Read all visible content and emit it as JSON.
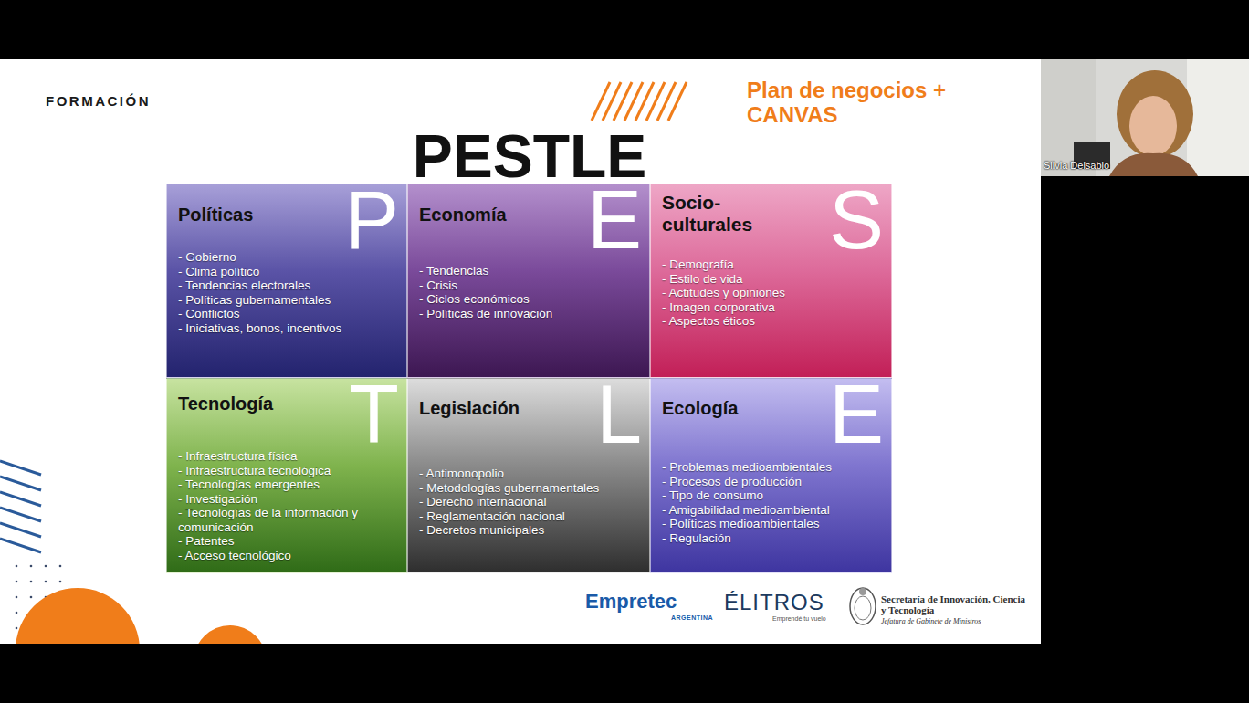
{
  "diagram": {
    "title": "PESTLE",
    "nodes": [
      {
        "text": [
          "Políticas",
          "P",
          "- Gobierno",
          "- Clima político",
          "- Tendencias electorales",
          "- Políticas gubernamentales",
          "- Conflictos",
          "- Iniciativas, bonos, incentivos"
        ]
      },
      {
        "text": [
          "Economía",
          "E",
          "- Tendencias",
          "- Crisis",
          "- Ciclos económicos",
          "- Políticas de innovación"
        ]
      },
      {
        "text": [
          "Socio- culturales",
          "S",
          "- Demografía",
          "- Estilo de vida",
          "- Actitudes y opiniones",
          "- Imagen corporativa",
          "- Aspectos éticos"
        ]
      },
      {
        "text": [
          "Tecnología",
          "T",
          "- Infraestructura física",
          "- Infraestructura tecnológica",
          "- Tecnologías emergentes",
          "- Investigación",
          "- Tecnologías de la información y comunicación",
          "- Patentes",
          "- Acceso tecnológico"
        ]
      },
      {
        "text": [
          "Legislación",
          "L",
          "- Antimonopolio",
          "- Metodologías gubernamentales",
          "- Derecho internacional",
          "- Reglamentación nacional",
          "- Decretos municipales"
        ]
      },
      {
        "text": [
          "Ecología",
          "E",
          "- Problemas medioambientales",
          "- Procesos de producción",
          "- Tipo de consumo",
          "- Amigabilidad medioambiental",
          "- Políticas medioambientales",
          "- Regulación"
        ]
      }
    ],
    "labels": [
      "FORMACIÓN",
      "Plan de negocios + CANVAS",
      "Silvia Delsabio",
      "Empretec",
      "ARGENTINA",
      "ÉLITROS",
      "Emprendé tu vuelo",
      "Secretaría de Innovación, Ciencia y Tecnología",
      "Jefatura de Gabinete de Ministros"
    ]
  }
}
